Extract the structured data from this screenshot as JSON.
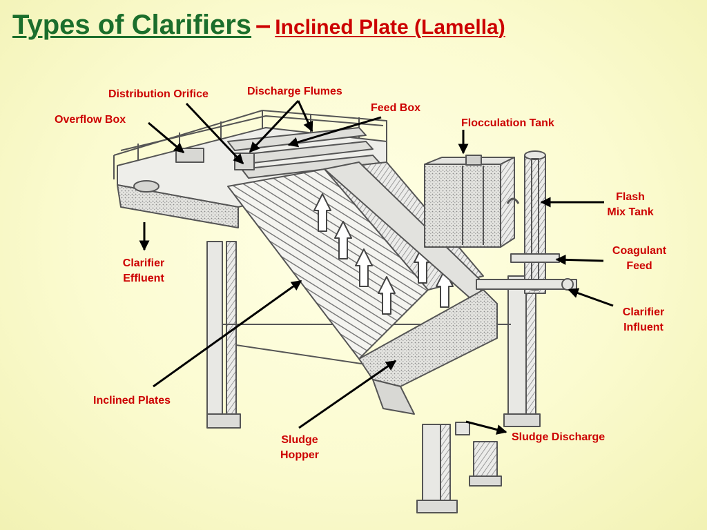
{
  "title": {
    "main": "Types of Clarifiers",
    "dash": "–",
    "sub": "Inclined Plate (Lamella)"
  },
  "labels": {
    "distribution_orifice": "Distribution Orifice",
    "discharge_flumes": "Discharge Flumes",
    "feed_box": "Feed Box",
    "overflow_box": "Overflow Box",
    "flocculation_tank": "Flocculation Tank",
    "flash_mix_tank": [
      "Flash",
      "Mix Tank"
    ],
    "coagulant_feed": [
      "Coagulant",
      "Feed"
    ],
    "clarifier_effluent": [
      "Clarifier",
      "Effluent"
    ],
    "clarifier_influent": [
      "Clarifier",
      "Influent"
    ],
    "inclined_plates": "Inclined Plates",
    "sludge_hopper": [
      "Sludge",
      "Hopper"
    ],
    "sludge_discharge": "Sludge Discharge"
  },
  "colors": {
    "title_main": "#1b6e2c",
    "title_sub": "#cc0000",
    "label": "#cc0000",
    "background": "#fbfbd0",
    "drawing": "#555555",
    "arrow": "#000000"
  }
}
